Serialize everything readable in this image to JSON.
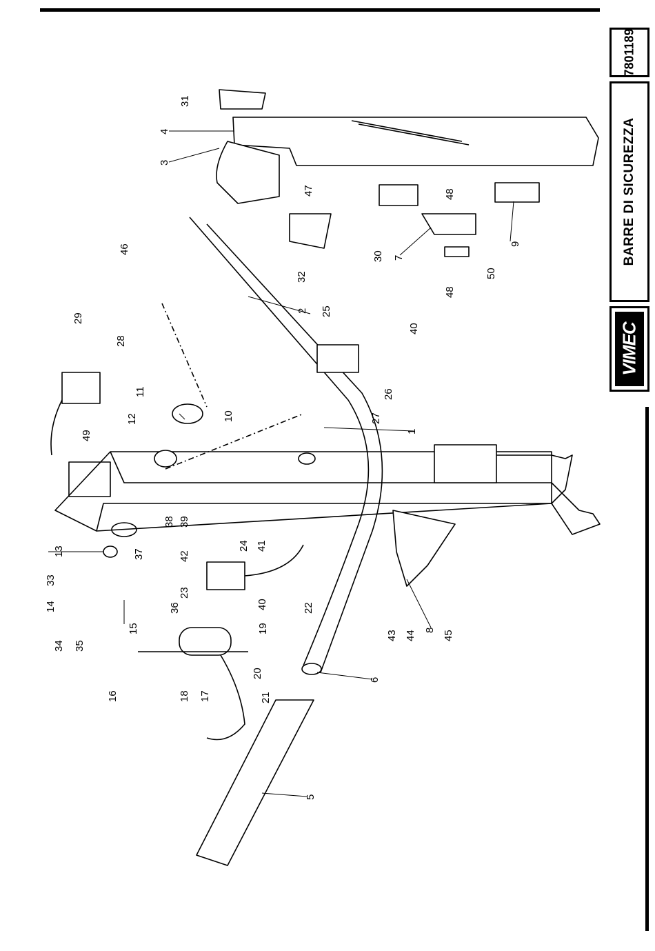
{
  "sidebar": {
    "code": "7801189",
    "title": "BARRE DI SICUREZZA",
    "logo": "VIMEC"
  },
  "callouts": [
    {
      "id": "1",
      "text": "1"
    },
    {
      "id": "2",
      "text": "2"
    },
    {
      "id": "3",
      "text": "3"
    },
    {
      "id": "4",
      "text": "4"
    },
    {
      "id": "5",
      "text": "5"
    },
    {
      "id": "6",
      "text": "6"
    },
    {
      "id": "7",
      "text": "7"
    },
    {
      "id": "8",
      "text": "8"
    },
    {
      "id": "9",
      "text": "9"
    },
    {
      "id": "10",
      "text": "10"
    },
    {
      "id": "11",
      "text": "11"
    },
    {
      "id": "12",
      "text": "12"
    },
    {
      "id": "13",
      "text": "13"
    },
    {
      "id": "14",
      "text": "14"
    },
    {
      "id": "15",
      "text": "15"
    },
    {
      "id": "16",
      "text": "16"
    },
    {
      "id": "17",
      "text": "17"
    },
    {
      "id": "18",
      "text": "18"
    },
    {
      "id": "19",
      "text": "19"
    },
    {
      "id": "20",
      "text": "20"
    },
    {
      "id": "21",
      "text": "21"
    },
    {
      "id": "22",
      "text": "22"
    },
    {
      "id": "23",
      "text": "23"
    },
    {
      "id": "24",
      "text": "24"
    },
    {
      "id": "25",
      "text": "25"
    },
    {
      "id": "26",
      "text": "26"
    },
    {
      "id": "27",
      "text": "27"
    },
    {
      "id": "28",
      "text": "28"
    },
    {
      "id": "29",
      "text": "29"
    },
    {
      "id": "30",
      "text": "30"
    },
    {
      "id": "31",
      "text": "31"
    },
    {
      "id": "32",
      "text": "32"
    },
    {
      "id": "33",
      "text": "33"
    },
    {
      "id": "34",
      "text": "34"
    },
    {
      "id": "35",
      "text": "35"
    },
    {
      "id": "36",
      "text": "36"
    },
    {
      "id": "37",
      "text": "37"
    },
    {
      "id": "38",
      "text": "38"
    },
    {
      "id": "39",
      "text": "39"
    },
    {
      "id": "40a",
      "text": "40"
    },
    {
      "id": "40b",
      "text": "40"
    },
    {
      "id": "41",
      "text": "41"
    },
    {
      "id": "42",
      "text": "42"
    },
    {
      "id": "43",
      "text": "43"
    },
    {
      "id": "44",
      "text": "44"
    },
    {
      "id": "45",
      "text": "45"
    },
    {
      "id": "46",
      "text": "46"
    },
    {
      "id": "47",
      "text": "47"
    },
    {
      "id": "48a",
      "text": "48"
    },
    {
      "id": "48b",
      "text": "48"
    },
    {
      "id": "49",
      "text": "49"
    },
    {
      "id": "50",
      "text": "50"
    }
  ]
}
